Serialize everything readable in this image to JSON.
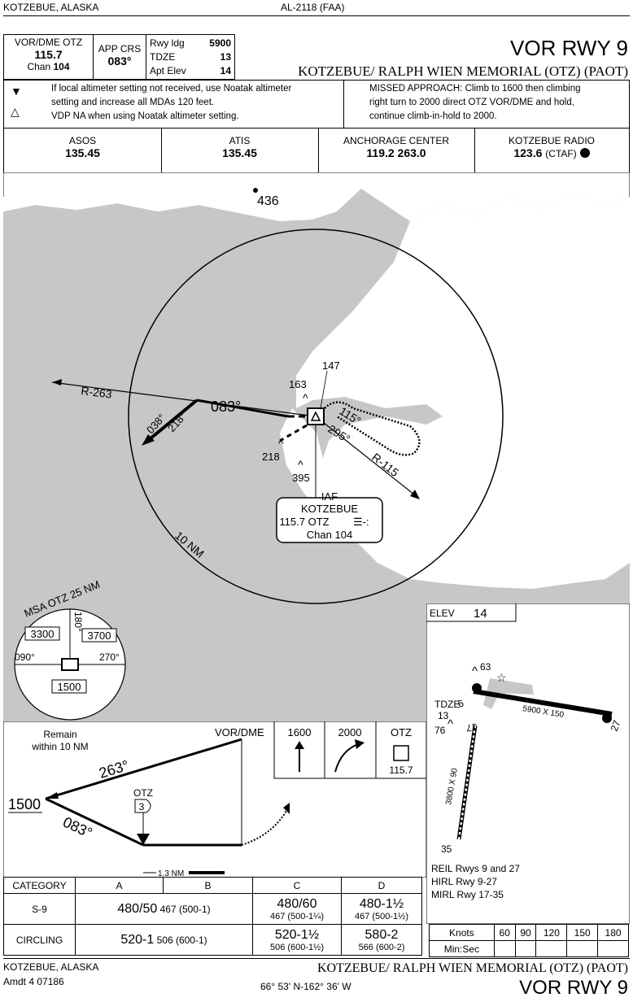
{
  "header": {
    "location": "KOTZEBUE, ALASKA",
    "chart_id": "AL-2118 (FAA)",
    "title": "VOR RWY 9",
    "airport": "KOTZEBUE/ RALPH WIEN MEMORIAL (OTZ) (PAOT)"
  },
  "briefing": {
    "nav_label": "VOR/DME OTZ",
    "nav_freq": "115.7",
    "chan_label": "Chan",
    "chan_num": "104",
    "app_crs_label": "APP CRS",
    "app_crs": "083°",
    "rwy_ldg_label": "Rwy ldg",
    "rwy_ldg": "5900",
    "tdze_label": "TDZE",
    "tdze": "13",
    "apt_elev_label": "Apt Elev",
    "apt_elev": "14",
    "notes": [
      "If local altimeter setting not received, use Noatak altimeter",
      "setting and increase all MDAs 120 feet.",
      "VDP NA when using Noatak altimeter setting."
    ],
    "missed": [
      "MISSED APPROACH: Climb to 1600 then climbing",
      "right turn to 2000 direct OTZ VOR/DME and hold,",
      "continue climb-in-hold to 2000."
    ]
  },
  "comms": [
    {
      "label": "ASOS",
      "freq": "135.45"
    },
    {
      "label": "ATIS",
      "freq": "135.45"
    },
    {
      "label": "ANCHORAGE CENTER",
      "freq": "119.2  263.0"
    },
    {
      "label": "KOTZEBUE RADIO",
      "freq": "123.6",
      "extra": "(CTAF)"
    }
  ],
  "planview": {
    "obst_436": "436",
    "r263": "R-263",
    "crs083": "083°",
    "crs038": "038°",
    "crs218": "218°",
    "obst163": "163",
    "obst147": "147",
    "obst218": "218",
    "obst395": "395",
    "hold115": "115°",
    "hold295": "295°",
    "r115": "R-115",
    "ring": "10 NM",
    "iaf": "IAF",
    "iaf_name": "KOTZEBUE",
    "iaf_freq": "115.7  OTZ",
    "iaf_chan": "Chan 104"
  },
  "msa": {
    "title": "MSA OTZ 25 NM",
    "b180": "180°",
    "b090": "090°",
    "b270": "270°",
    "alt1": "3300",
    "alt2": "3700",
    "alt3": "1500"
  },
  "profile": {
    "remain": "Remain",
    "remain2": "within 10 NM",
    "vordme": "VOR/DME",
    "c263": "263°",
    "c083": "083°",
    "otz": "OTZ",
    "fix": "3",
    "alt": "1500",
    "dist": "1.3 NM",
    "ma1": "1600",
    "ma2": "2000",
    "ma3": "OTZ",
    "ma3f": "115.7"
  },
  "airport_diagram": {
    "elev_label": "ELEV",
    "elev": "14",
    "tdze_label": "TDZE",
    "tdze": "13",
    "obst63": "63",
    "obst76": "76",
    "rw9": "9",
    "rw27": "27",
    "rw17": "17",
    "rw35": "35",
    "dim1": "5900 X 150",
    "dim2": "3800 X 90",
    "lights": [
      "REIL Rwys 9 and 27",
      "HIRL  Rwy 9-27",
      "MIRL Rwy 17-35"
    ]
  },
  "minimums": {
    "headers": [
      "CATEGORY",
      "A",
      "B",
      "C",
      "D"
    ],
    "s9_label": "S-9",
    "s9_ab_main": "480/50",
    "s9_ab_sub": "467 (500-1)",
    "s9_c_main": "480/60",
    "s9_c_sub": "467 (500-1¼)",
    "s9_d_main": "480-1½",
    "s9_d_sub": "467 (500-1½)",
    "circ_label": "CIRCLING",
    "circ_ab_main": "520-1",
    "circ_ab_sub": "506 (600-1)",
    "circ_c_main": "520-1½",
    "circ_c_sub": "506 (600-1½)",
    "circ_d_main": "580-2",
    "circ_d_sub": "566 (600-2)"
  },
  "knots": {
    "label": "Knots",
    "speeds": [
      "60",
      "90",
      "120",
      "150",
      "180"
    ],
    "minsec": "Min:Sec"
  },
  "footer": {
    "location": "KOTZEBUE, ALASKA",
    "amdt": "Amdt 4  07186",
    "coords": "66° 53' N-162° 36' W",
    "airport": "KOTZEBUE/ RALPH WIEN MEMORIAL (OTZ) (PAOT)",
    "title": "VOR RWY 9"
  }
}
